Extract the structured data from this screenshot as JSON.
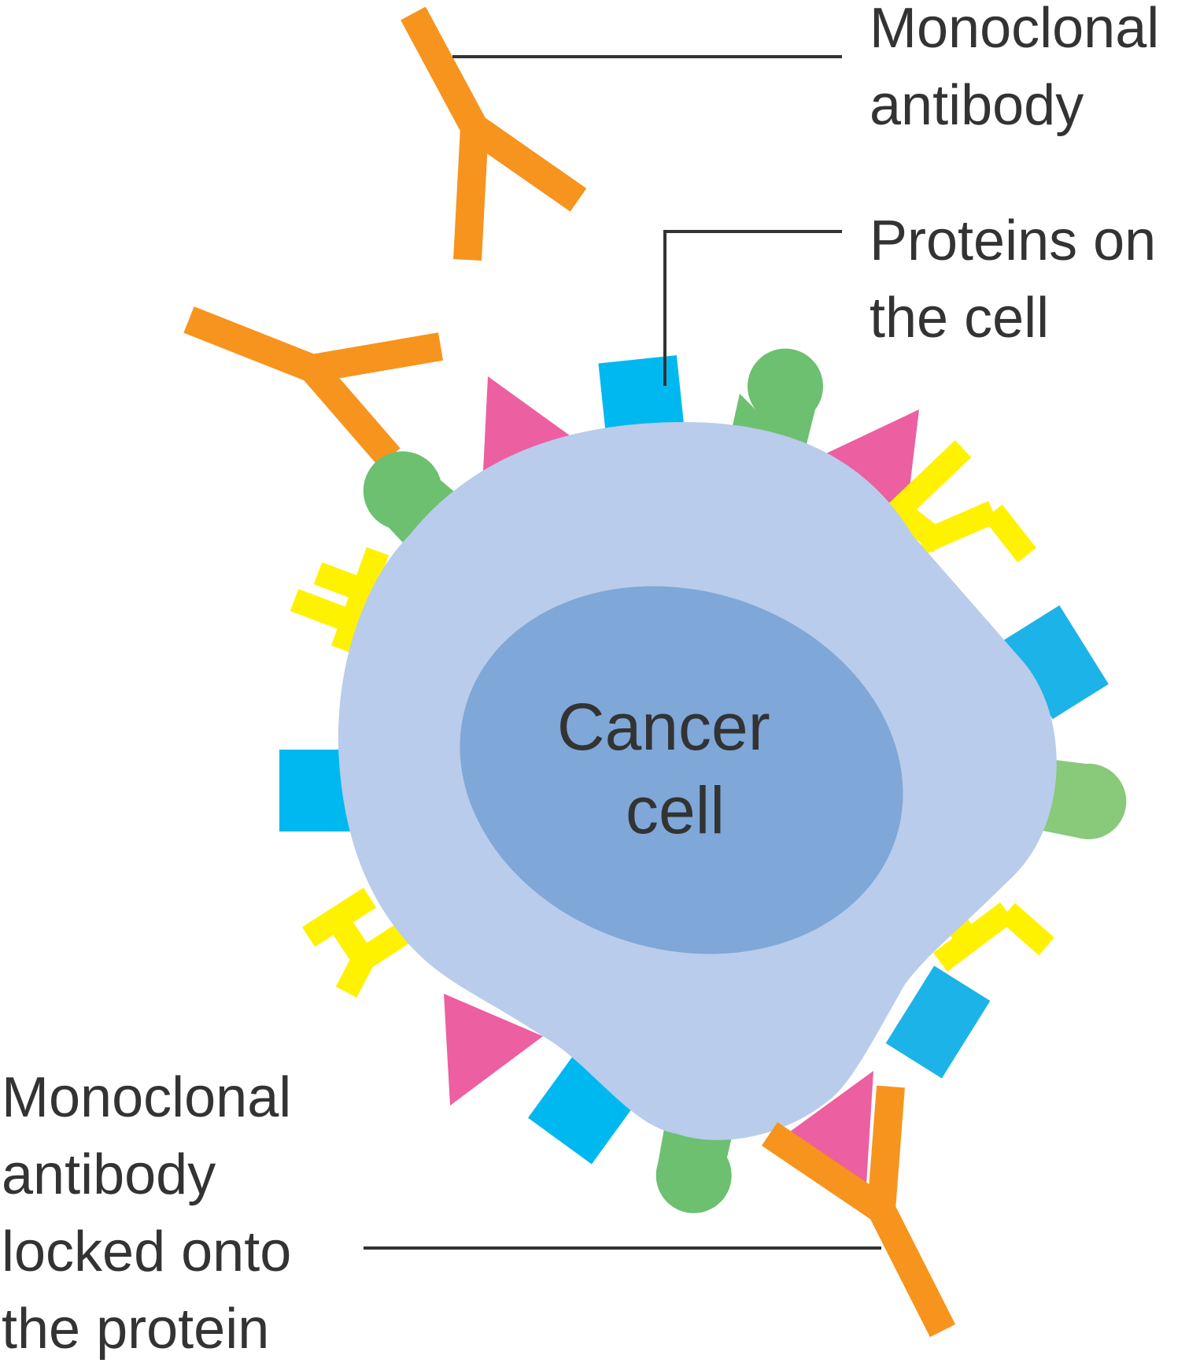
{
  "diagram": {
    "center_label": [
      "Cancer",
      "cell"
    ],
    "callouts": {
      "free_antibody": [
        "Monoclonal",
        "antibody"
      ],
      "proteins": [
        "Proteins on",
        "the cell"
      ],
      "bound_antibody": [
        "Monoclonal",
        "antibody",
        "locked onto",
        "the protein"
      ]
    },
    "colors": {
      "cell_body": "#b9cceb",
      "nucleus": "#7fa7d8",
      "antibody": "#f7941d",
      "protein_square": "#00b8f0",
      "protein_round": "#6cc070",
      "protein_triangle": "#ec5fa0",
      "protein_receptor": "#fff200",
      "text": "#333333"
    }
  }
}
